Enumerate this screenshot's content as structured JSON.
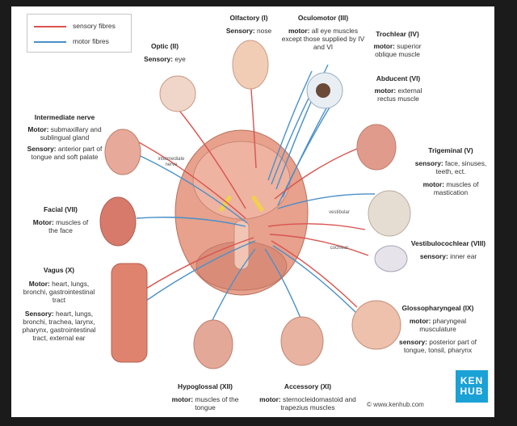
{
  "legend": {
    "sensory": {
      "label": "sensory fibres",
      "color": "#d9534f"
    },
    "motor": {
      "label": "motor fibres",
      "color": "#4a90c8"
    }
  },
  "nerves": {
    "olfactory": {
      "title": "Olfactory (I)",
      "kw": "Sensory:",
      "text": "nose"
    },
    "oculomotor": {
      "title": "Oculomotor (III)",
      "kw": "motor:",
      "text": "all eye muscles except those supplied by IV and VI"
    },
    "optic": {
      "title": "Optic (II)",
      "kw": "Sensory:",
      "text": "eye"
    },
    "trochlear": {
      "title": "Trochlear (IV)",
      "kw": "motor:",
      "text": "superior oblique muscle"
    },
    "abducent": {
      "title": "Abducent (VI)",
      "kw": "motor:",
      "text": "external rectus muscle"
    },
    "intermediate": {
      "title": "Intermediate nerve",
      "kw1": "Motor:",
      "text1": "submaxillary and sublingual gland",
      "kw2": "Sensory:",
      "text2": "anterior part of tongue and soft palate"
    },
    "trigeminal": {
      "title": "Trigeminal (V)",
      "kw1": "sensory:",
      "text1": "face, sinuses, teeth, ect.",
      "kw2": "motor:",
      "text2": "muscles of mastication"
    },
    "facial": {
      "title": "Facial (VII)",
      "kw": "Motor:",
      "text": "muscles of the face"
    },
    "vestibulocochlear": {
      "title": "Vestibulocochlear (VIII)",
      "kw": "sensory:",
      "text": "inner ear"
    },
    "vagus": {
      "title": "Vagus (X)",
      "kw1": "Motor:",
      "text1": "heart, lungs, bronchi, gastrointestinal tract",
      "kw2": "Sensory:",
      "text2": "heart, lungs, bronchi, trachea, larynx, pharynx, gastrointestinal tract, external ear"
    },
    "glossopharyngeal": {
      "title": "Glossopharyngeal (IX)",
      "kw1": "motor:",
      "text1": "pharyngeal musculature",
      "kw2": "sensory:",
      "text2": "posterior part of tongue, tonsil, pharynx"
    },
    "hypoglossal": {
      "title": "Hypoglossal (XII)",
      "kw": "motor:",
      "text": "muscles of the tongue"
    },
    "accessory": {
      "title": "Accessory (XI)",
      "kw": "motor:",
      "text": "sternocleidomastoid and trapezius muscles"
    }
  },
  "small_labels": {
    "intermediate": "intermediate nerve",
    "vestibular": "vestibular",
    "cochlear": "cochlear"
  },
  "logo": {
    "line1": "KEN",
    "line2": "HUB"
  },
  "credit": "© www.kenhub.com"
}
